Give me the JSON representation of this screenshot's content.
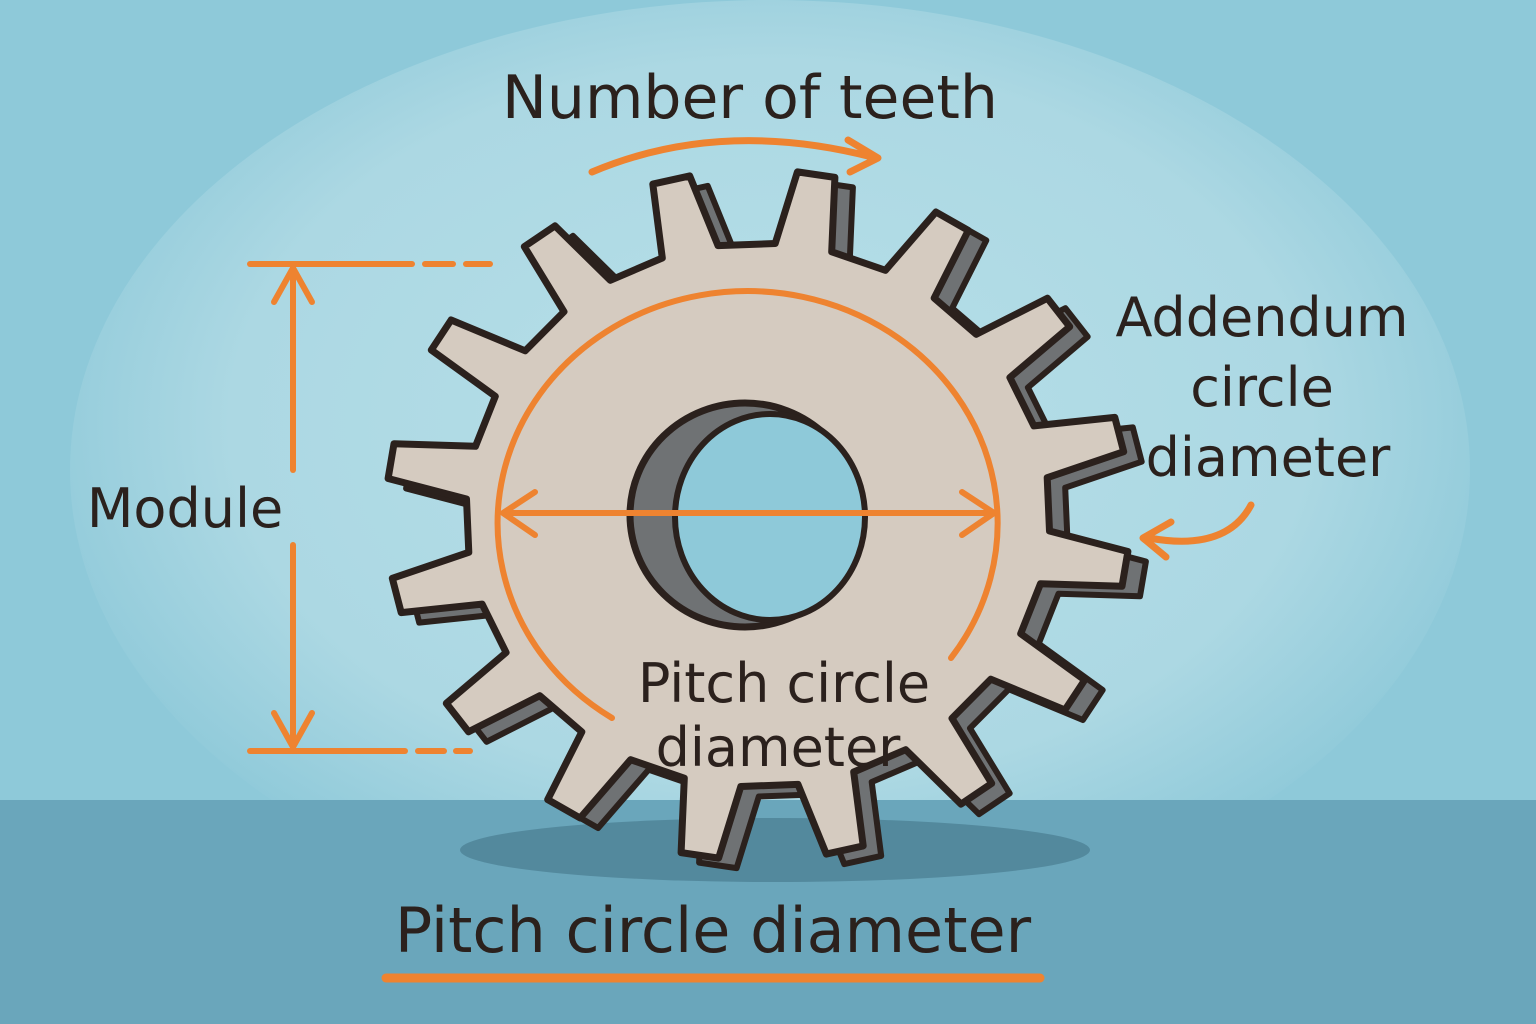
{
  "labels": {
    "number_of_teeth": "Number of teeth",
    "module": "Module",
    "addendum": [
      "Addendum",
      "circle",
      "diameter"
    ],
    "pitch_inner": [
      "Pitch circle",
      "diameter"
    ],
    "pitch_bottom": "Pitch circle diameter"
  },
  "gear": {
    "teeth": 16
  },
  "colors": {
    "background": "#8ec9d9",
    "halo": "#b3dee7",
    "floor": "#6aa6bb",
    "gear_face": "#d5cbc0",
    "gear_side": "#6f7274",
    "outline": "#2b211d",
    "accent": "#ee8330"
  },
  "icons": {
    "teeth_arrow": "curved-arrow-right-icon",
    "addendum_arrow": "curved-arrow-left-icon",
    "module_arrow": "double-vertical-arrow-icon",
    "pitch_arrow": "double-horizontal-arrow-icon"
  }
}
